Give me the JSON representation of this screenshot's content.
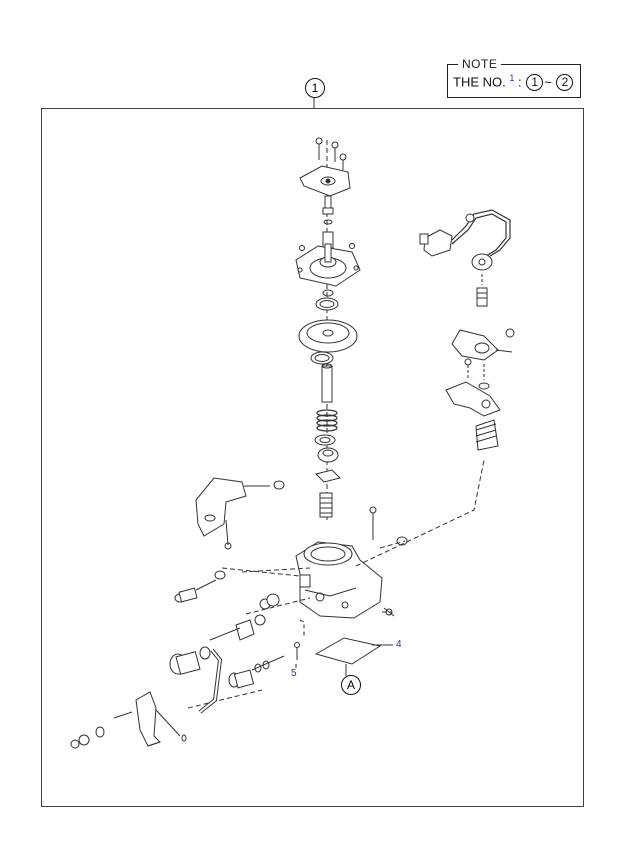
{
  "note": {
    "title": "NOTE",
    "prefix": "THE NO.",
    "superscript": "1",
    "colon": ":",
    "from": "1",
    "tilde": "~",
    "to": "2"
  },
  "assembly_callout": "1",
  "callouts": {
    "part4": "4",
    "part5": "5",
    "view_a": "A"
  },
  "colors": {
    "line": "#333333",
    "label_blue": "#1f3fa0"
  }
}
